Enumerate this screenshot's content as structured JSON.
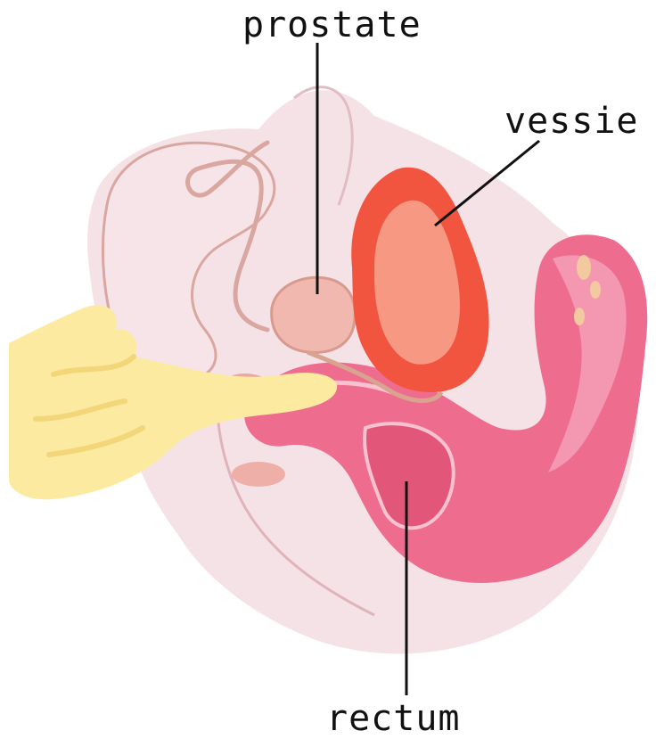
{
  "diagram": {
    "labels": {
      "prostate": "prostate",
      "vessie": "vessie",
      "rectum": "rectum"
    },
    "colors": {
      "body": "#f3dde3",
      "outline": "#d9a7a0",
      "bladder": "#f2553f",
      "bladder_light": "#f7a08a",
      "rectum": "#ee6d8f",
      "rectum_light": "#f6a6bb",
      "prostate": "#f0b8ae",
      "finger": "#fbeaa0",
      "finger_shadow": "#f3d67a",
      "leader": "#111111"
    }
  }
}
